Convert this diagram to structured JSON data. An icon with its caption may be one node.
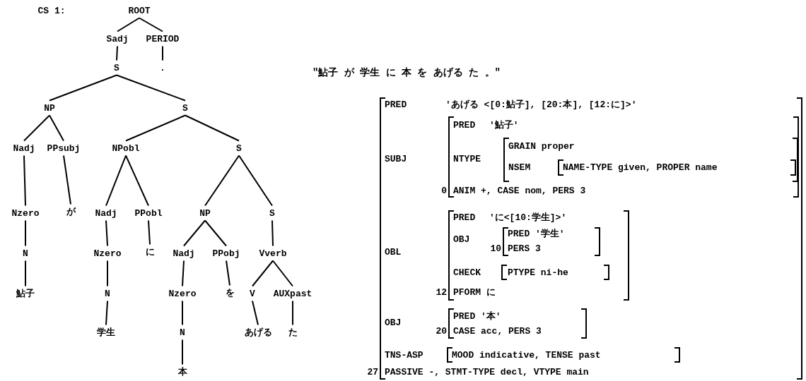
{
  "diagram": {
    "nodes": [
      {
        "text": [
          "ROOT"
        ]
      },
      {
        "text": [
          "Sadj"
        ]
      },
      {
        "text": [
          "PERIOD"
        ]
      },
      {
        "text": [
          "S"
        ]
      },
      {
        "text": [
          "."
        ]
      },
      {
        "text": [
          "NP"
        ]
      },
      {
        "text": [
          "S"
        ]
      },
      {
        "text": [
          "Nadj"
        ]
      },
      {
        "text": [
          "PPsubj"
        ]
      },
      {
        "text": [
          "NPobl"
        ]
      },
      {
        "text": [
          "S"
        ]
      },
      {
        "text": [
          "Nzero"
        ]
      },
      {
        "text": [
          "が"
        ]
      },
      {
        "text": [
          "Nadj"
        ]
      },
      {
        "text": [
          "PPobl"
        ]
      },
      {
        "text": [
          "NP"
        ]
      },
      {
        "text": [
          "S"
        ]
      },
      {
        "text": [
          "N"
        ]
      },
      {
        "text": [
          "Nzero"
        ]
      },
      {
        "text": [
          "に"
        ]
      },
      {
        "text": [
          "Nadj"
        ]
      },
      {
        "text": [
          "PPobj"
        ]
      },
      {
        "text": [
          "Vverb"
        ]
      },
      {
        "text": [
          "鮎子"
        ]
      },
      {
        "text": [
          "N"
        ]
      },
      {
        "text": [
          "Nzero"
        ]
      },
      {
        "text": [
          "を"
        ]
      },
      {
        "text": [
          "V"
        ]
      },
      {
        "text": [
          "AUXpast"
        ]
      },
      {
        "text": [
          "学生"
        ]
      },
      {
        "text": [
          "N"
        ]
      },
      {
        "text": [
          "あげる"
        ]
      },
      {
        "text": [
          "た"
        ]
      },
      {
        "text": [
          "本"
        ]
      },
      {
        "text": [
          "PRED",
          "'あげる <[0:鮎子], [20:本], [12:に]>'",
          "SUBJ",
          "OBL",
          "OBJ",
          "TNS-ASP",
          "PASSIVE -, STMT-TYPE decl, VTYPE main"
        ],
        "beside": [
          "27"
        ]
      },
      {
        "text": [
          "PRED",
          "'鮎子'",
          "NTYPE",
          "ANIM +, CASE nom, PERS 3"
        ],
        "in": 34,
        "beside": [
          "0"
        ]
      },
      {
        "text": [
          "GRAIN proper",
          "NSEM"
        ],
        "in": 35
      },
      {
        "text": [
          "NAME-TYPE given, PROPER name"
        ],
        "in": 36
      },
      {
        "text": [
          "PRED",
          "'に<[10:学生]>'",
          "OBJ",
          "CHECK",
          "PFORM に"
        ],
        "in": 34,
        "beside": [
          "12"
        ]
      },
      {
        "text": [
          "PRED '学生'",
          "PERS 3"
        ],
        "in": 38,
        "beside": [
          "10"
        ]
      },
      {
        "text": [
          "PTYPE ni-he"
        ],
        "in": 38
      },
      {
        "text": [
          "PRED '本'",
          "CASE acc, PERS 3"
        ],
        "in": 34,
        "beside": [
          "20"
        ]
      },
      {
        "text": [
          "MOOD indicative, TENSE past"
        ],
        "in": 34
      }
    ],
    "edges": [
      {
        "from": 0,
        "to": 1,
        "arrow": "none"
      },
      {
        "from": 0,
        "to": 2,
        "arrow": "none"
      },
      {
        "from": 1,
        "to": 3,
        "arrow": "none"
      },
      {
        "from": 2,
        "to": 4,
        "arrow": "none"
      },
      {
        "from": 3,
        "to": 5,
        "arrow": "none"
      },
      {
        "from": 3,
        "to": 6,
        "arrow": "none"
      },
      {
        "from": 5,
        "to": 7,
        "arrow": "none"
      },
      {
        "from": 5,
        "to": 8,
        "arrow": "none"
      },
      {
        "from": 6,
        "to": 9,
        "arrow": "none"
      },
      {
        "from": 6,
        "to": 10,
        "arrow": "none"
      },
      {
        "from": 7,
        "to": 11,
        "arrow": "none"
      },
      {
        "from": 8,
        "to": 12,
        "arrow": "none"
      },
      {
        "from": 9,
        "to": 13,
        "arrow": "none"
      },
      {
        "from": 9,
        "to": 14,
        "arrow": "none"
      },
      {
        "from": 10,
        "to": 15,
        "arrow": "none"
      },
      {
        "from": 10,
        "to": 16,
        "arrow": "none"
      },
      {
        "from": 11,
        "to": 17,
        "arrow": "none"
      },
      {
        "from": 13,
        "to": 18,
        "arrow": "none"
      },
      {
        "from": 14,
        "to": 19,
        "arrow": "none"
      },
      {
        "from": 15,
        "to": 20,
        "arrow": "none"
      },
      {
        "from": 15,
        "to": 21,
        "arrow": "none"
      },
      {
        "from": 16,
        "to": 22,
        "arrow": "none"
      },
      {
        "from": 17,
        "to": 23,
        "arrow": "none"
      },
      {
        "from": 18,
        "to": 24,
        "arrow": "none"
      },
      {
        "from": 20,
        "to": 25,
        "arrow": "none"
      },
      {
        "from": 21,
        "to": 26,
        "arrow": "none"
      },
      {
        "from": 22,
        "to": 27,
        "arrow": "none"
      },
      {
        "from": 22,
        "to": 28,
        "arrow": "none"
      },
      {
        "from": 24,
        "to": 29,
        "arrow": "none"
      },
      {
        "from": 25,
        "to": 30,
        "arrow": "none"
      },
      {
        "from": 27,
        "to": 31,
        "arrow": "none"
      },
      {
        "from": 28,
        "to": 32,
        "arrow": "none"
      },
      {
        "from": 30,
        "to": 33,
        "arrow": "none"
      }
    ],
    "labels": [
      "CS 1:",
      "\"鮎子 が 学生 に 本 を あげる た 。\""
    ]
  }
}
